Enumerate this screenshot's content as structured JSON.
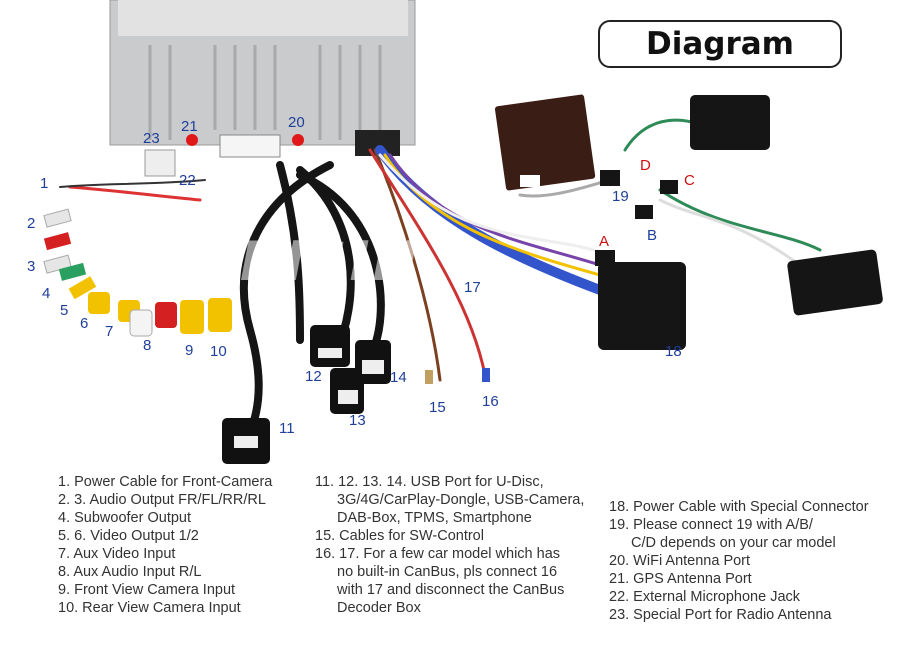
{
  "title": "Diagram",
  "watermark": "ERISIN",
  "callouts": [
    "1",
    "2",
    "3",
    "4",
    "5",
    "6",
    "7",
    "8",
    "9",
    "10",
    "11",
    "12",
    "13",
    "14",
    "15",
    "16",
    "17",
    "18",
    "19",
    "20",
    "21",
    "22",
    "23",
    "A",
    "B",
    "C",
    "D"
  ],
  "legend": {
    "col1": [
      {
        "lines": [
          "1. Power Cable for Front-Camera"
        ]
      },
      {
        "lines": [
          "2. 3. Audio Output FR/FL/RR/RL"
        ]
      },
      {
        "lines": [
          "4. Subwoofer Output"
        ]
      },
      {
        "lines": [
          "5. 6. Video Output 1/2"
        ]
      },
      {
        "lines": [
          "7. Aux Video Input"
        ]
      },
      {
        "lines": [
          "8. Aux Audio Input R/L"
        ]
      },
      {
        "lines": [
          "9. Front View Camera Input"
        ]
      },
      {
        "lines": [
          "10. Rear View Camera Input"
        ]
      }
    ],
    "col2": [
      {
        "lines": [
          "11. 12. 13. 14. USB Port for U-Disc,",
          "3G/4G/CarPlay-Dongle, USB-Camera,",
          "DAB-Box, TPMS, Smartphone"
        ]
      },
      {
        "lines": [
          "15. Cables for SW-Control"
        ]
      },
      {
        "lines": [
          "16. 17. For a few car model which has",
          "no built-in CanBus, pls connect 16",
          "with 17 and disconnect the CanBus",
          "Decoder Box"
        ]
      }
    ],
    "col3": [
      {
        "lines": [
          "18. Power Cable with Special Connector"
        ]
      },
      {
        "lines": [
          "19. Please connect 19 with A/B/",
          "C/D depends on your car model"
        ]
      },
      {
        "lines": [
          "20. WiFi Antenna Port"
        ]
      },
      {
        "lines": [
          "21. GPS Antenna Port"
        ]
      },
      {
        "lines": [
          "22. External Microphone Jack"
        ]
      },
      {
        "lines": [
          "23. Special Port for Radio Antenna"
        ]
      }
    ]
  },
  "colors": {
    "callout": "#1f3f99",
    "callout_red": "#cc1111",
    "wire_green": "#2e8b57",
    "rca_yellow": "#f2c200",
    "rca_red": "#d42020",
    "rca_white": "#f4f4f4"
  }
}
